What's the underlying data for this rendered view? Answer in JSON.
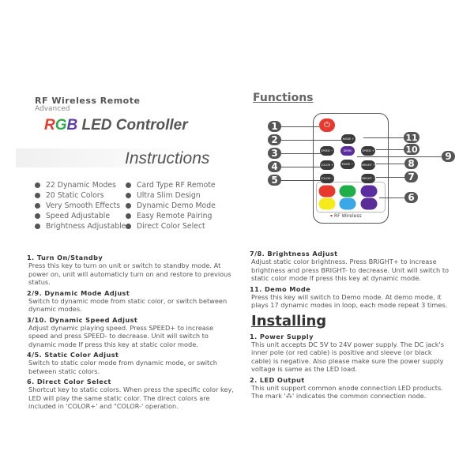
{
  "header": {
    "subtitle": "RF Wireless Remote",
    "edition": "Advanced",
    "title_rgb": [
      "R",
      "G",
      "B"
    ],
    "title_rest": "LED Controller",
    "instructions": "Instructions"
  },
  "features": [
    "22 Dynamic Modes",
    "20 Static Colors",
    "Very Smooth Effects",
    "Speed Adjustable",
    "Brightness Adjustable",
    "Card Type RF Remote",
    "Ultra Slim Design",
    "Dynamic Demo Mode",
    "Easy Remote Pairing",
    "Direct Color Select"
  ],
  "functions": {
    "heading": "Functions",
    "numbers": [
      "1",
      "2",
      "3",
      "4",
      "5",
      "6",
      "7",
      "8",
      "9",
      "10",
      "11"
    ],
    "buttons": {
      "mode_plus": "MODE +",
      "mode_minus": "MODE −",
      "speed_minus": "SPEED −",
      "speed_plus": "SPEED +",
      "demo": "DEMO",
      "color_plus": "COLOR +",
      "color_minus": "COLOR −",
      "bright_plus": "BRIGHT +",
      "bright_minus": "BRIGHT −"
    },
    "color_keys": [
      "#e8392f",
      "#1fae4a",
      "#5b2d9e",
      "#f5ea1c",
      "#3aa7e6",
      "#5a2d98"
    ],
    "power_color": "#e8392f",
    "remote_label": "RF Wireless"
  },
  "left_sections": [
    {
      "title": "1. Turn On/Standby",
      "text": "Press this key to turn on unit or switch to standby mode. At power on, unit will automaticly turn on and restore to previous status."
    },
    {
      "title": "2/9. Dynamic Mode Adjust",
      "text": "Switch to dynamic mode from static color, or switch between dynamic modes."
    },
    {
      "title": "3/10. Dynamic Speed Adjust",
      "text": "Adjust dynamic playing speed. Press SPEED+ to increase speed and press SPEED- to decrease. Unit will switch to dynamic mode If press this key at static color mode."
    },
    {
      "title": "4/5. Static Color Adjust",
      "text": "Switch to static color mode from dynamic mode, or switch between static colors."
    },
    {
      "title": "6. Direct Color Select",
      "text": "Shortcut key to static colors. When press the specific color key, LED will play the same static color. The direct colors are included in 'COLOR+' and \"COLOR-' operation."
    }
  ],
  "right_sections": [
    {
      "title": "7/8. Brightness Adjust",
      "text": "Adjust static color brightness. Press BRIGHT+ to increase brightness and press BRIGHT- to decrease. Unit will switch to static color mode If press this key at dynamic mode."
    },
    {
      "title": "11. Demo Mode",
      "text": "Press this key will switch to Demo mode. At demo mode, it plays 17 dynamic modes in loop, each mode repeat 3 times."
    }
  ],
  "installing": {
    "heading": "Installing",
    "sections": [
      {
        "title": "1. Power Supply",
        "text": "This unit accepts DC 5V to 24V power supply. The DC jack's inner pole (or red cable) is positive and sleeve (or black cable) is negative. Also please make sure the power supply voltage is same as the LED load."
      },
      {
        "title": "2. LED Output",
        "text": "This unit support common anode connection LED products. The mark '⁂' indicates the common connection node."
      }
    ]
  }
}
